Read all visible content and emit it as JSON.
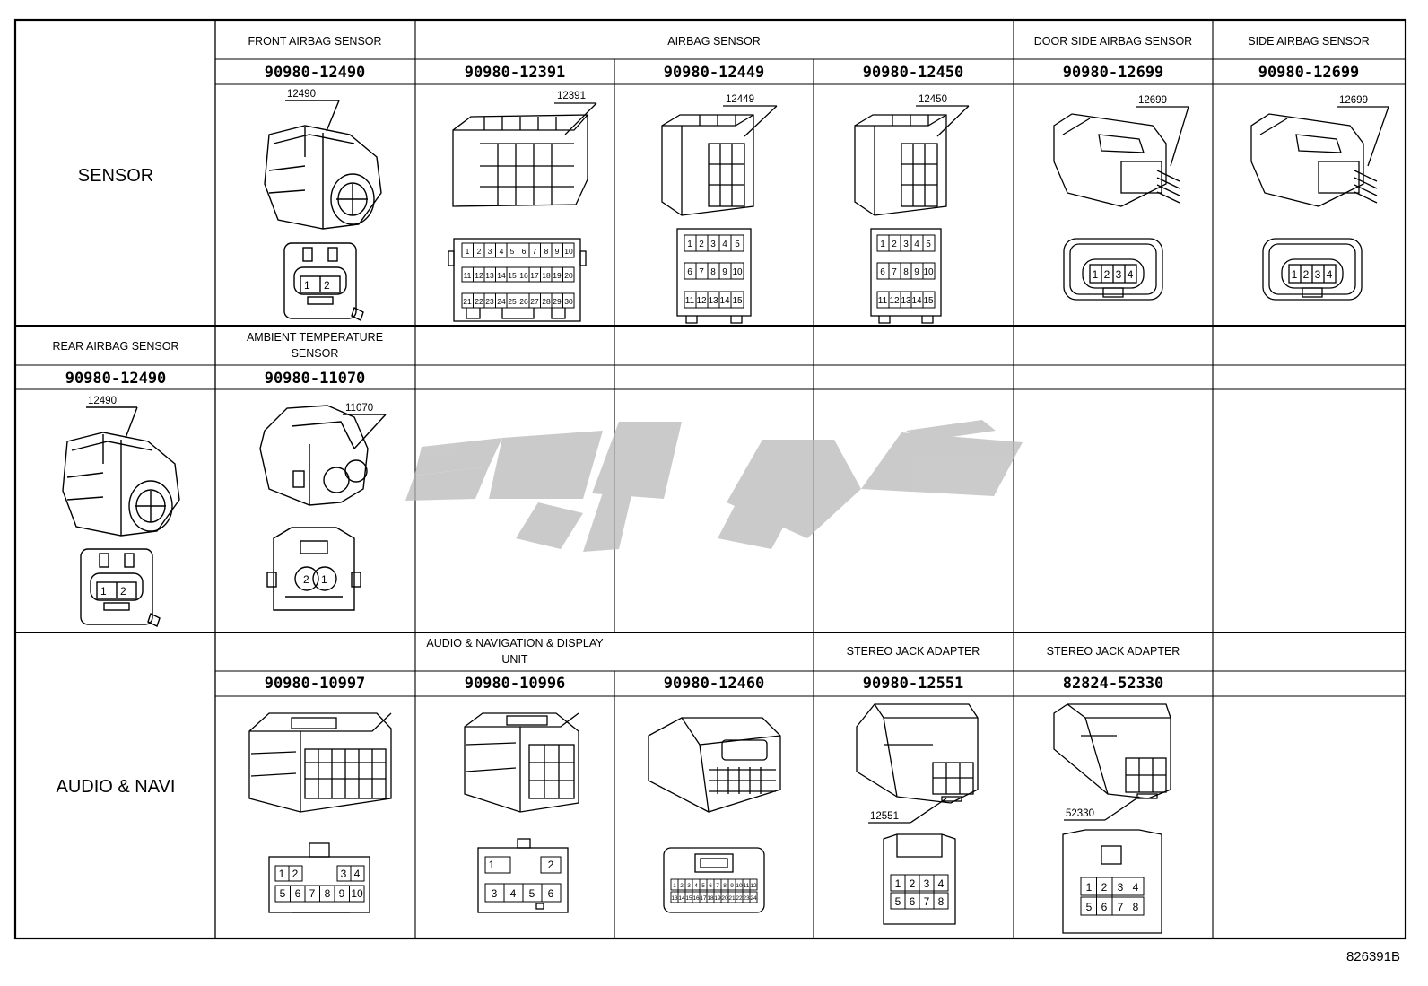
{
  "categories": {
    "sensor": "SENSOR",
    "audio": "AUDIO & NAVI"
  },
  "row1": {
    "headers": {
      "front": "FRONT AIRBAG SENSOR",
      "airbag": "AIRBAG SENSOR",
      "door": "DOOR SIDE AIRBAG SENSOR",
      "side": "SIDE AIRBAG SENSOR"
    },
    "parts": [
      "90980-12490",
      "90980-12391",
      "90980-12449",
      "90980-12450",
      "90980-12699",
      "90980-12699"
    ],
    "tags": [
      "12490",
      "12391",
      "12449",
      "12450",
      "12699",
      "12699"
    ]
  },
  "row2": {
    "headers": {
      "rear": "REAR AIRBAG SENSOR",
      "ambient_1": "AMBIENT TEMPERATURE",
      "ambient_2": "SENSOR"
    },
    "parts": [
      "90980-12490",
      "90980-11070"
    ],
    "tags": [
      "12490",
      "11070"
    ]
  },
  "row3": {
    "headers": {
      "audio_1": "AUDIO & NAVIGATION & DISPLAY",
      "audio_2": "UNIT",
      "stereo_a": "STEREO JACK ADAPTER",
      "stereo_b": "STEREO JACK ADAPTER"
    },
    "parts": [
      "90980-10997",
      "90980-10996",
      "90980-12460",
      "90980-12551",
      "82824-52330"
    ],
    "tags": [
      "12551",
      "52330"
    ]
  },
  "pins": {
    "two": [
      "1",
      "2"
    ],
    "two_rev": [
      "2",
      "1"
    ],
    "four": [
      "1",
      "2",
      "3",
      "4"
    ],
    "four_grid": [
      "1",
      "2",
      "3",
      "4",
      "5",
      "6",
      "7",
      "8"
    ],
    "p20_row1": [
      "1",
      "2",
      "3",
      "4",
      "5",
      "6",
      "7",
      "8",
      "9",
      "10"
    ],
    "p20_row2": [
      "11",
      "12",
      "13",
      "14",
      "15",
      "16",
      "17",
      "18",
      "19",
      "20"
    ],
    "p30_row3": [
      "21",
      "22",
      "23",
      "24",
      "25",
      "26",
      "27",
      "28",
      "29",
      "30"
    ],
    "p15": [
      "1",
      "2",
      "3",
      "4",
      "5",
      "6",
      "7",
      "8",
      "9",
      "10",
      "11",
      "12",
      "13",
      "14",
      "15"
    ],
    "p10_top": [
      "1",
      "2",
      "3",
      "4"
    ],
    "p10_bot": [
      "5",
      "6",
      "7",
      "8",
      "9",
      "10"
    ],
    "p6_top": [
      "1",
      "2"
    ],
    "p6_bot": [
      "3",
      "4",
      "5",
      "6"
    ],
    "p24_row1": [
      "1",
      "2",
      "3",
      "4",
      "5",
      "6",
      "7",
      "8",
      "9",
      "10",
      "11",
      "12"
    ],
    "p24_row2": [
      "13",
      "14",
      "15",
      "16",
      "17",
      "18",
      "19",
      "20",
      "21",
      "22",
      "23",
      "24"
    ]
  },
  "watermark_icon": "persian-logo-watermark",
  "figure_id": "826391B"
}
